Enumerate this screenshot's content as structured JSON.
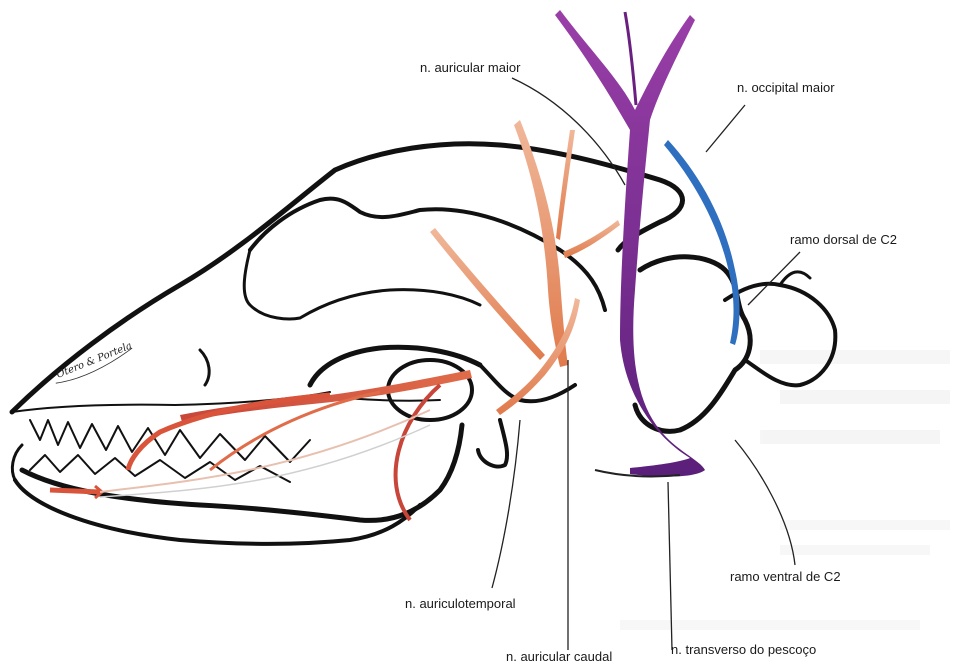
{
  "figure": {
    "labels": {
      "auricular_maior": "n. auricular maior",
      "occipital_maior": "n. occipital maior",
      "ramo_dorsal_c2": "ramo dorsal de C2",
      "ramo_ventral_c2": "ramo ventral de C2",
      "auriculotemporal": "n. auriculotemporal",
      "auricular_caudal": "n. auricular caudal",
      "transverso_pescoco": "n. transverso do pescoço"
    },
    "signature": "Otero & Portela",
    "colors": {
      "purple_nerve": "#7a2a8a",
      "blue_nerve": "#2f6fc0",
      "orange_nerve": "#e07a4c",
      "red_nerve": "#d9543a",
      "outline": "#111111"
    }
  }
}
